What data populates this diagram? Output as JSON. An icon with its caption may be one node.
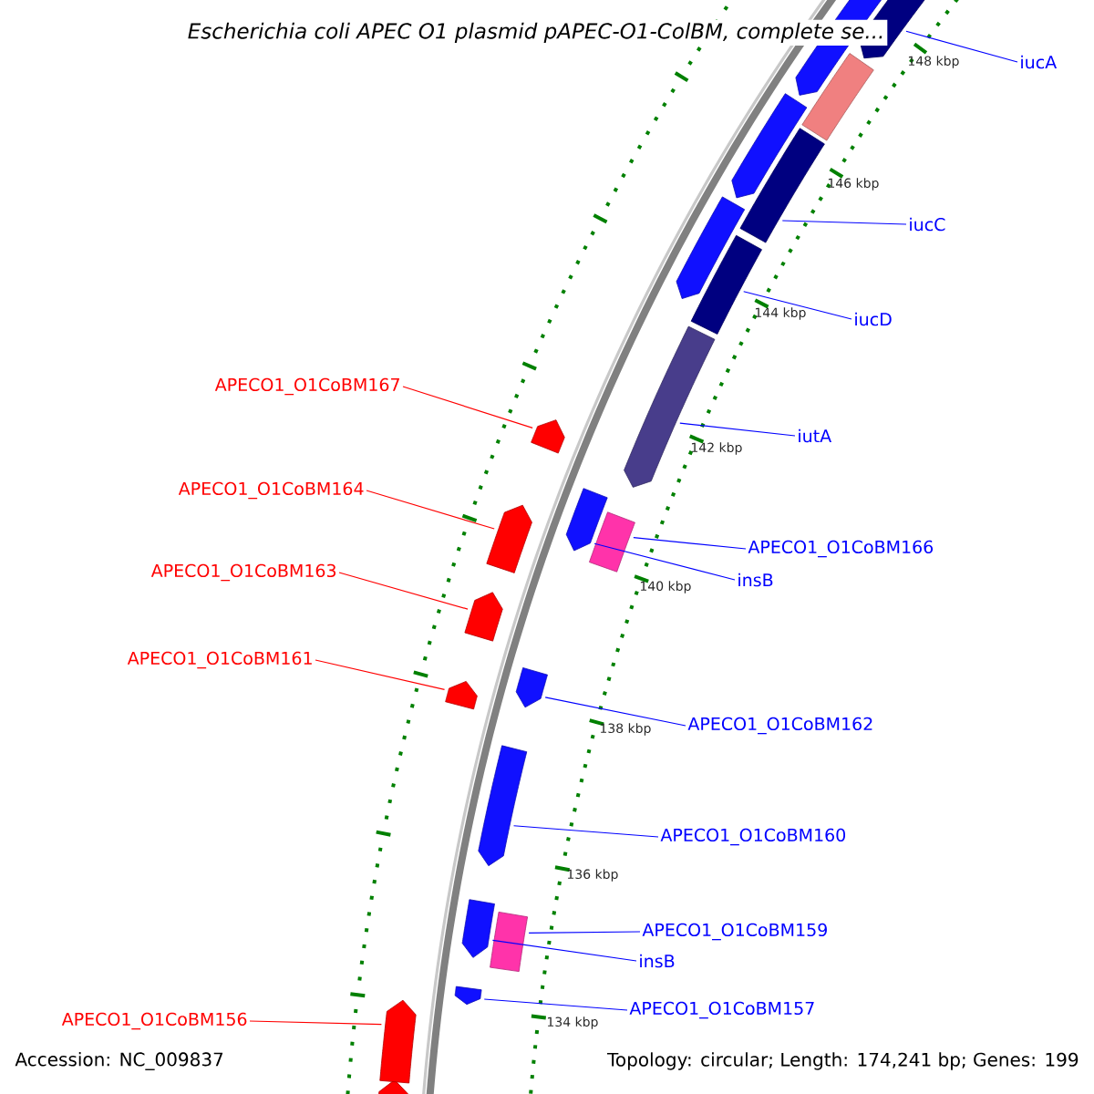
{
  "diagram": {
    "title": "Escherichia coli APEC O1 plasmid pAPEC-O1-ColBM, complete se...",
    "nodes": [
      {
        "text": [
          "iucA"
        ]
      },
      {
        "text": [
          "iucC"
        ]
      },
      {
        "text": [
          "iucD"
        ]
      },
      {
        "text": [
          "APECO1_O1CoBM167"
        ]
      },
      {
        "text": [
          "iutA"
        ]
      },
      {
        "text": [
          "APECO1_O1CoBM164"
        ]
      },
      {
        "text": [
          "APECO1_O1CoBM166"
        ]
      },
      {
        "text": [
          "insB"
        ]
      },
      {
        "text": [
          "APECO1_O1CoBM163"
        ]
      },
      {
        "text": [
          "APECO1_O1CoBM161"
        ]
      },
      {
        "text": [
          "APECO1_O1CoBM162"
        ]
      },
      {
        "text": [
          "APECO1_O1CoBM160"
        ]
      },
      {
        "text": [
          "APECO1_O1CoBM159"
        ]
      },
      {
        "text": [
          "insB"
        ]
      },
      {
        "text": [
          "APECO1_O1CoBM157"
        ]
      },
      {
        "text": [
          "APECO1_O1CoBM156"
        ]
      },
      {
        "text": [],
        "shape": "bar"
      },
      {
        "text": [],
        "shape": "bar"
      },
      {
        "text": [],
        "shape": "bar"
      },
      {
        "text": [],
        "shape": "bar"
      },
      {
        "text": [],
        "shape": "bar"
      },
      {
        "text": [],
        "shape": "bar"
      },
      {
        "text": [],
        "shape": "bar"
      },
      {
        "text": [],
        "shape": "bar"
      },
      {
        "text": [],
        "shape": "bar"
      },
      {
        "text": [],
        "shape": "bar"
      },
      {
        "text": [],
        "shape": "bar"
      },
      {
        "text": [],
        "shape": "bar"
      },
      {
        "text": [],
        "shape": "bar"
      },
      {
        "text": [],
        "shape": "bar"
      },
      {
        "text": [],
        "shape": "bar"
      },
      {
        "text": [],
        "shape": "bar"
      }
    ],
    "edges": [
      {
        "from": 0,
        "to": 16,
        "arrow": "none"
      },
      {
        "from": 1,
        "to": 17,
        "arrow": "none"
      },
      {
        "from": 2,
        "to": 18,
        "arrow": "none"
      },
      {
        "from": 3,
        "to": 19,
        "arrow": "none",
        "color": "#ff0000"
      },
      {
        "from": 4,
        "to": 20,
        "arrow": "none"
      },
      {
        "from": 5,
        "to": 21,
        "arrow": "none",
        "color": "#ff0000"
      },
      {
        "from": 6,
        "to": 22,
        "arrow": "none"
      },
      {
        "from": 7,
        "to": 23,
        "arrow": "none"
      },
      {
        "from": 8,
        "to": 24,
        "arrow": "none",
        "color": "#ff0000"
      },
      {
        "from": 9,
        "to": 25,
        "arrow": "none",
        "color": "#ff0000"
      },
      {
        "from": 10,
        "to": 26,
        "arrow": "none"
      },
      {
        "from": 11,
        "to": 27,
        "arrow": "none"
      },
      {
        "from": 12,
        "to": 28,
        "arrow": "none"
      },
      {
        "from": 13,
        "to": 29,
        "arrow": "none"
      },
      {
        "from": 14,
        "to": 30,
        "arrow": "none"
      },
      {
        "from": 15,
        "to": 31,
        "arrow": "none",
        "color": "#ff0000"
      }
    ],
    "labels": [
      "148 kbp",
      "146 kbp",
      "144 kbp",
      "142 kbp",
      "140 kbp",
      "138 kbp",
      "136 kbp",
      "134 kbp",
      "Accession: NC_009837",
      "Topology: circular; Length: 174,241 bp; Genes: 199"
    ]
  }
}
